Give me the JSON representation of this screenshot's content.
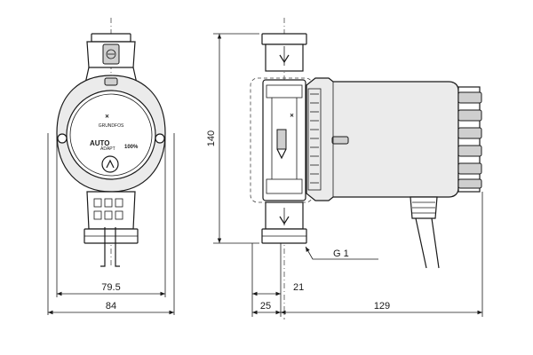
{
  "dimensions": {
    "front_width_inner": "79.5",
    "front_width_outer": "84",
    "height": "140",
    "thread_label": "G 1",
    "side_offset": "21",
    "side_half_width": "25",
    "side_length": "129"
  },
  "faceplate": {
    "brand": "GRUNDFOS",
    "mode_label": "AUTO",
    "mode_sub": "ADAPT",
    "speed_label": "100%"
  },
  "colors": {
    "line": "#1a1a1a",
    "body": "#ebebeb",
    "ribs": "#cfcfcf"
  }
}
